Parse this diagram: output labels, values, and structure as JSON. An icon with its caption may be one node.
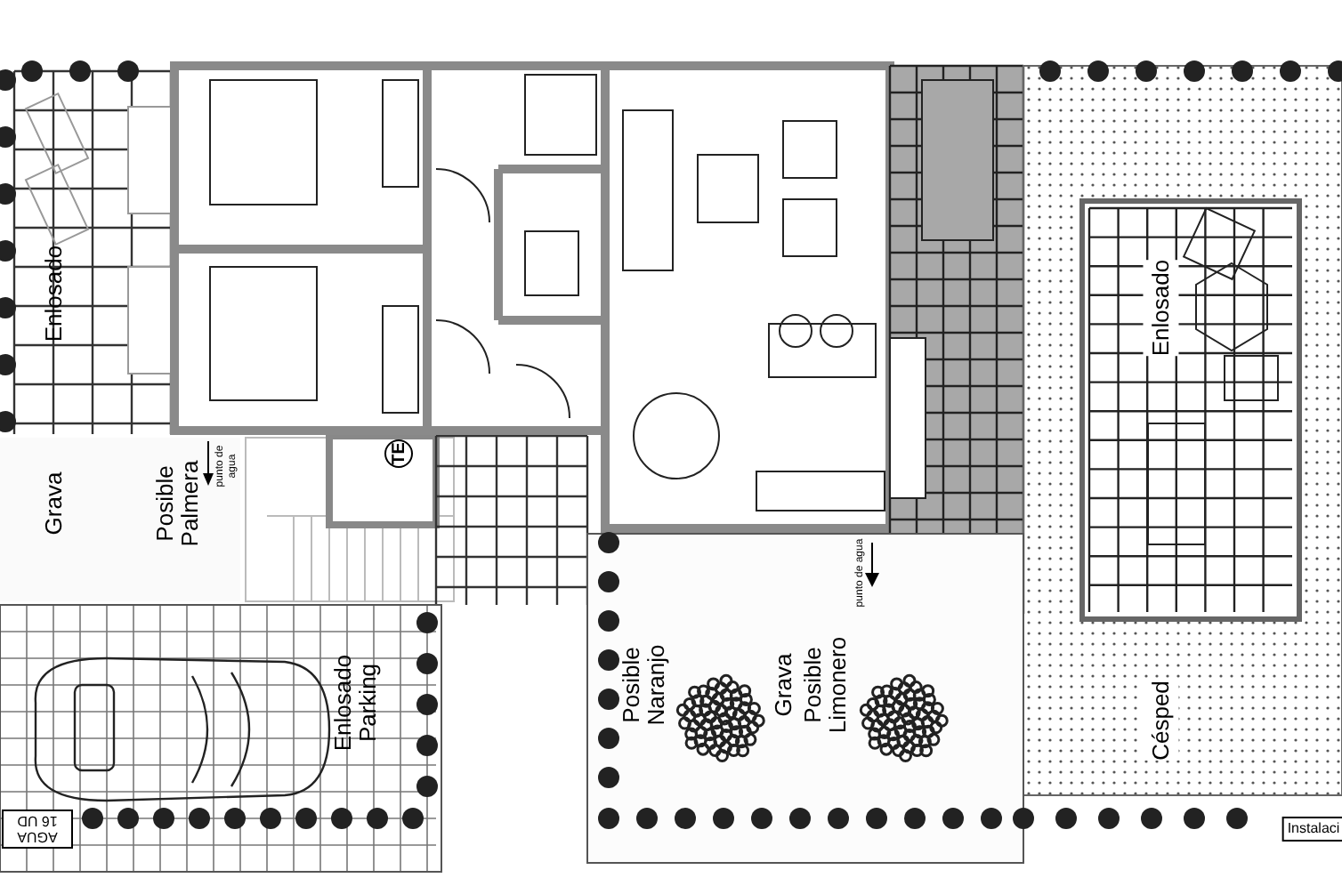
{
  "diagram": {
    "labels": [
      "Enlosado",
      "Grava",
      "Posible Palmera",
      "punto de agua",
      "TE",
      "Enlosado Parking",
      "AGUA 16 UD",
      "punto de agua",
      "Posible Naranjo",
      "Grava",
      "Posible Limonero",
      "Enlosado",
      "Césped",
      "Instalaci"
    ]
  }
}
